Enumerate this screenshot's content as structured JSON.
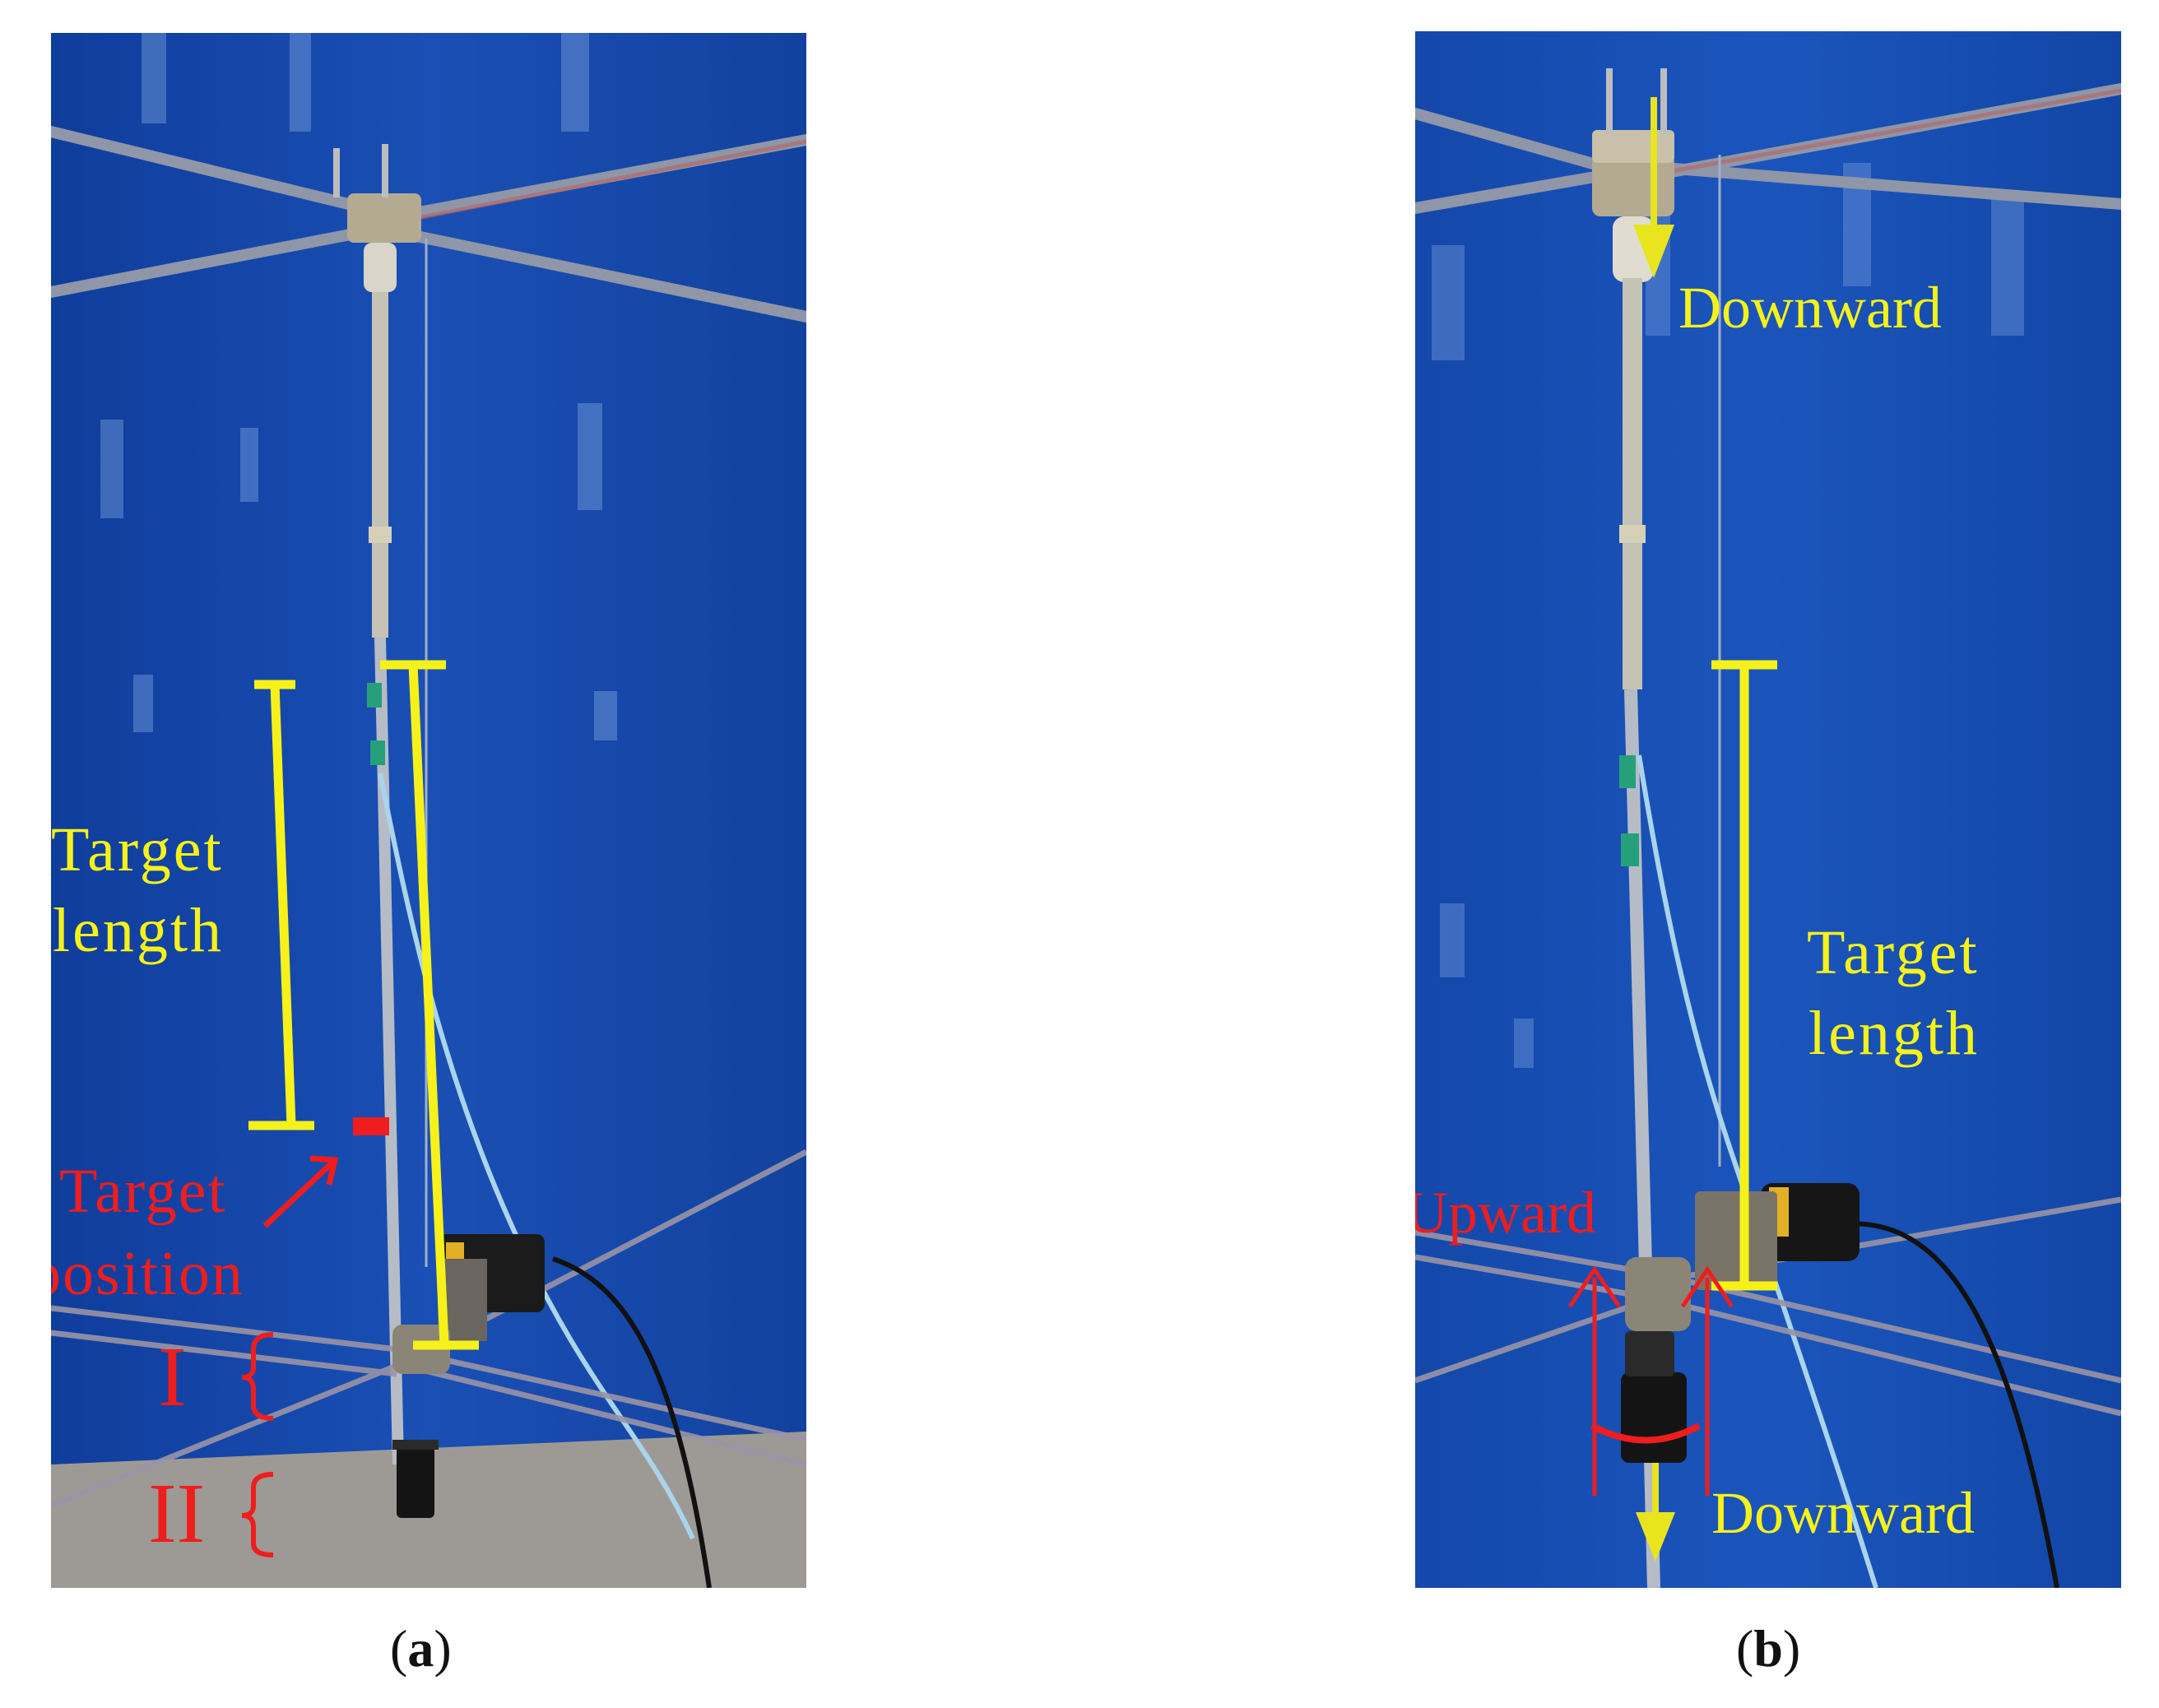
{
  "panels": {
    "a": {
      "caption_open": "(",
      "caption_letter": "a",
      "caption_close": ")",
      "target_length_line1": "Target",
      "target_length_line2": "length",
      "target_position_line1": "Target",
      "target_position_line2": "position",
      "zone_one": "I",
      "zone_two": "II"
    },
    "b": {
      "caption_open": "(",
      "caption_letter": "b",
      "caption_close": ")",
      "top_arrow_label": "Downward",
      "target_length_line1": "Target",
      "target_length_line2": "length",
      "upward_label": "Upward",
      "bottom_arrow_label": "Downward"
    }
  },
  "colors": {
    "backdrop_blue": "#1446a8",
    "annotation_yellow": "#f6f219",
    "annotation_red": "#ef1d1d",
    "floor_gray": "#9d9a95"
  }
}
